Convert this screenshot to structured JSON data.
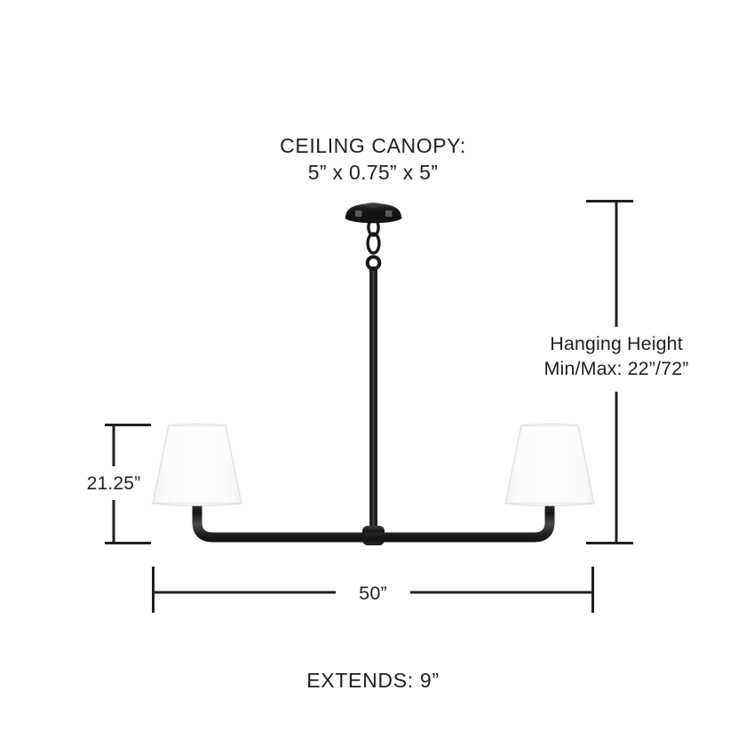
{
  "product": {
    "type": "linear-chandelier",
    "lights": 2,
    "finish_color": "#1b1b1d",
    "shade_color": "#fdfdfd",
    "background_color": "#ffffff",
    "line_color": "#231f20"
  },
  "annotations": {
    "canopy": {
      "title": "CEILING CANOPY:",
      "dimensions": "5” x 0.75” x 5”"
    },
    "hanging_height": {
      "title": "Hanging Height",
      "value": "Min/Max: 22”/72”"
    },
    "shade_height": {
      "value": "21.25”"
    },
    "width": {
      "value": "50”"
    },
    "extends": {
      "value": "EXTENDS: 9”"
    }
  },
  "chart_data": {
    "type": "diagram",
    "title": "Two-light linear chandelier dimension drawing",
    "measurements": [
      {
        "name": "ceiling canopy",
        "label": "CEILING CANOPY: 5” x 0.75” x 5”",
        "width_in": 5,
        "depth_in": 0.75,
        "height_in": 5
      },
      {
        "name": "hanging height",
        "label": "Hanging Height Min/Max: 22”/72”",
        "min_in": 22,
        "max_in": 72
      },
      {
        "name": "shade height",
        "label": "21.25”",
        "value_in": 21.25
      },
      {
        "name": "overall width",
        "label": "50”",
        "value_in": 50
      },
      {
        "name": "extends",
        "label": "EXTENDS: 9”",
        "value_in": 9
      }
    ]
  }
}
